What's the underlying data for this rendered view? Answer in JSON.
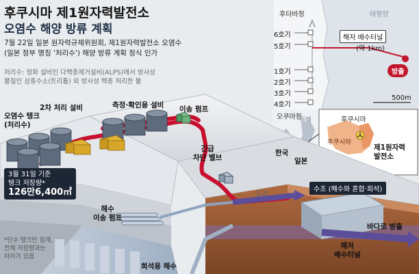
{
  "header": {
    "title_line1": "후쿠시마 제1원자력발전소",
    "title_line2": "오염수 해양 방류 계획",
    "desc_line1": "7월 22일 일본 원자력규제위원회, 제1원자력발전소 오염수",
    "desc_line2": "(일본 정부 명칭 '처리수') 해양 방류 계획 정식 인가",
    "note_line1": "처리수: 정화 설비인 다핵종제거설비(ALPS)에서 방사성",
    "note_line2": "물질인 삼중수소(트리튬) 외 방사성 핵종 처리한 물"
  },
  "map": {
    "futaba": "후타바정",
    "pacific": "태평양",
    "okuma": "오쿠마정",
    "reactors": [
      "6호기",
      "5호기",
      "1호기",
      "2호기",
      "3호기",
      "4호기"
    ],
    "tunnel_label": "해저 배수터널",
    "tunnel_distance": "(약 1km)",
    "discharge": "방출",
    "scale": "500m"
  },
  "inset": {
    "fukushima_top": "후쿠시마",
    "fukushima_pref": "후쿠시마",
    "plant_line1": "제1원자력",
    "plant_line2": "발전소",
    "korea": "한국",
    "japan": "일본",
    "east_sea": "동해"
  },
  "diagram": {
    "secondary_treatment": "2차 처리 설비",
    "measure_confirm": "측정·확인용 설비",
    "transfer_pump": "이송 펌프",
    "tank_line1": "오염수 탱크",
    "tank_line2": "(처리수)",
    "emergency_line1": "긴급",
    "emergency_line2": "차단 밸브",
    "stock_line1": "3월 31일 기준",
    "stock_line2": "탱크 저장량*",
    "stock_value": "126만6,400㎥",
    "seawater_line1": "해수",
    "seawater_line2": "이송 펌프",
    "road": "도로",
    "water_tank": "수조 (해수와 혼합·희석)",
    "to_sea": "바다로 방출",
    "undersea_line1": "해저",
    "undersea_line2": "배수터널",
    "dilution_seawater": "희석용 해수",
    "footnote_line1": "*단수 탱크만 집계,",
    "footnote_line2": "전체 저장량과는",
    "footnote_line3": "차이가 있음"
  },
  "colors": {
    "pipe": "#c8102e",
    "tank": "#5d6b7d",
    "filter": "#e2b233",
    "sea": "#a9b7c9",
    "discharge_arrow": "#5b4d9a"
  }
}
